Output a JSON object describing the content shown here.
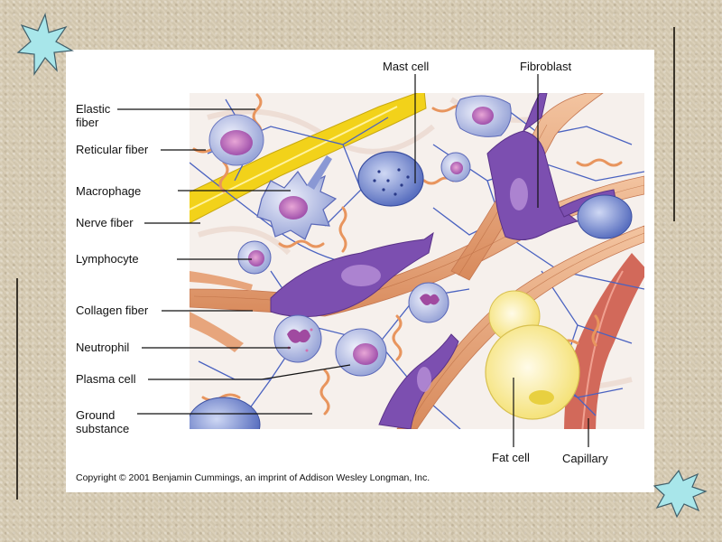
{
  "labels": {
    "elastic_fiber_line1": "Elastic",
    "elastic_fiber_line2": "fiber",
    "reticular_fiber": "Reticular fiber",
    "macrophage": "Macrophage",
    "nerve_fiber": "Nerve fiber",
    "lymphocyte": "Lymphocyte",
    "collagen_fiber": "Collagen fiber",
    "neutrophil": "Neutrophil",
    "plasma_cell": "Plasma cell",
    "ground_substance_line1": "Ground",
    "ground_substance_line2": "substance",
    "mast_cell": "Mast cell",
    "fibroblast": "Fibroblast",
    "fat_cell": "Fat cell",
    "capillary": "Capillary"
  },
  "copyright": "Copyright © 2001 Benjamin Cummings, an imprint of Addison Wesley Longman, Inc.",
  "colors": {
    "background": "#d8ccb4",
    "panel": "#ffffff",
    "star": "#a8e6ea",
    "collagen": "#e7a57c",
    "nerve": "#f2d21a",
    "fibroblast": "#7c4fb0",
    "reticular": "#4a62c0",
    "capillary": "#d2695a"
  }
}
